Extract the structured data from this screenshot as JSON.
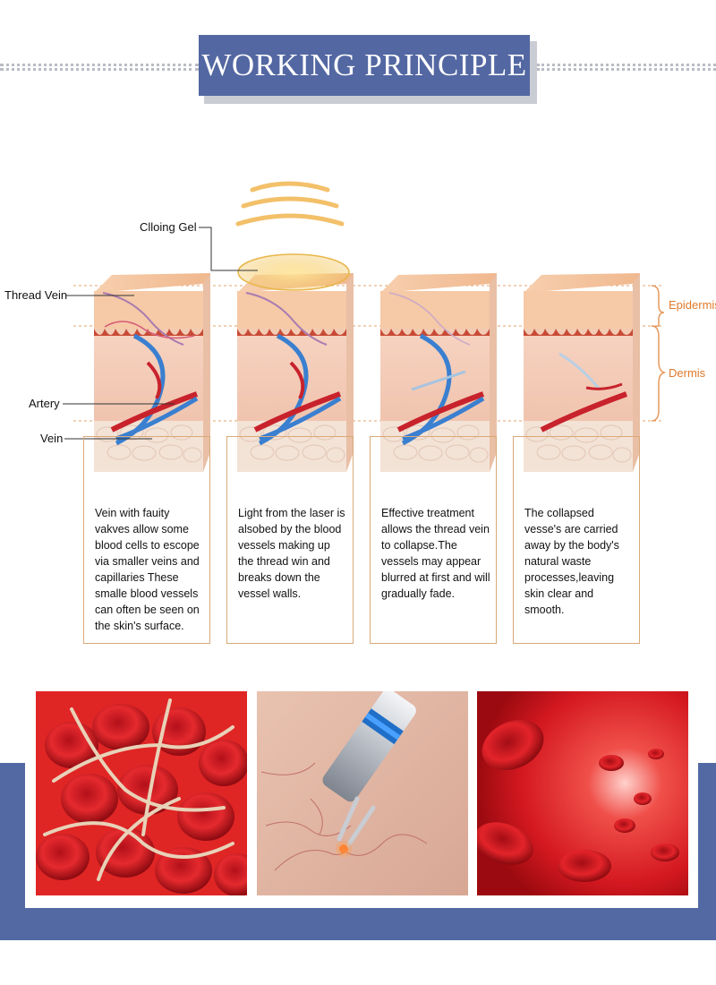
{
  "header": {
    "title": "WORKING PRINCIPLE"
  },
  "diagram": {
    "labels": {
      "cooling_gel": "Clloing Gel",
      "thread_vein": "Thread Vein",
      "artery": "Artery",
      "vein": "Vein",
      "epidermis": "Epidermis",
      "dermis": "Dermis"
    },
    "steps": [
      {
        "caption": "Vein with fauity vakves allow some blood cells to escope via smaller veins and capillaries These smalle blood vessels can often be seen on the skin's surface."
      },
      {
        "caption": "Light from the laser is alsobed by the blood vessels making up the thread win and breaks down the vessel walls."
      },
      {
        "caption": "Effective treatment allows the thread vein to collapse.The vessels may appear blurred at first and will gradually fade."
      },
      {
        "caption": "The collapsed vesse's are carried away by the body's natural waste processes,leaving skin clear and smooth."
      }
    ]
  },
  "colors": {
    "banner": "#5367a2",
    "bottom_band": "#5269a4",
    "label_orange": "#e07a2b",
    "artery_red": "#c8222c",
    "vein_blue": "#3a7fd0"
  },
  "photos": [
    {
      "subject": "blood-clot-image"
    },
    {
      "subject": "laser-pen-treatment-image"
    },
    {
      "subject": "blood-vessel-interior-image"
    }
  ]
}
